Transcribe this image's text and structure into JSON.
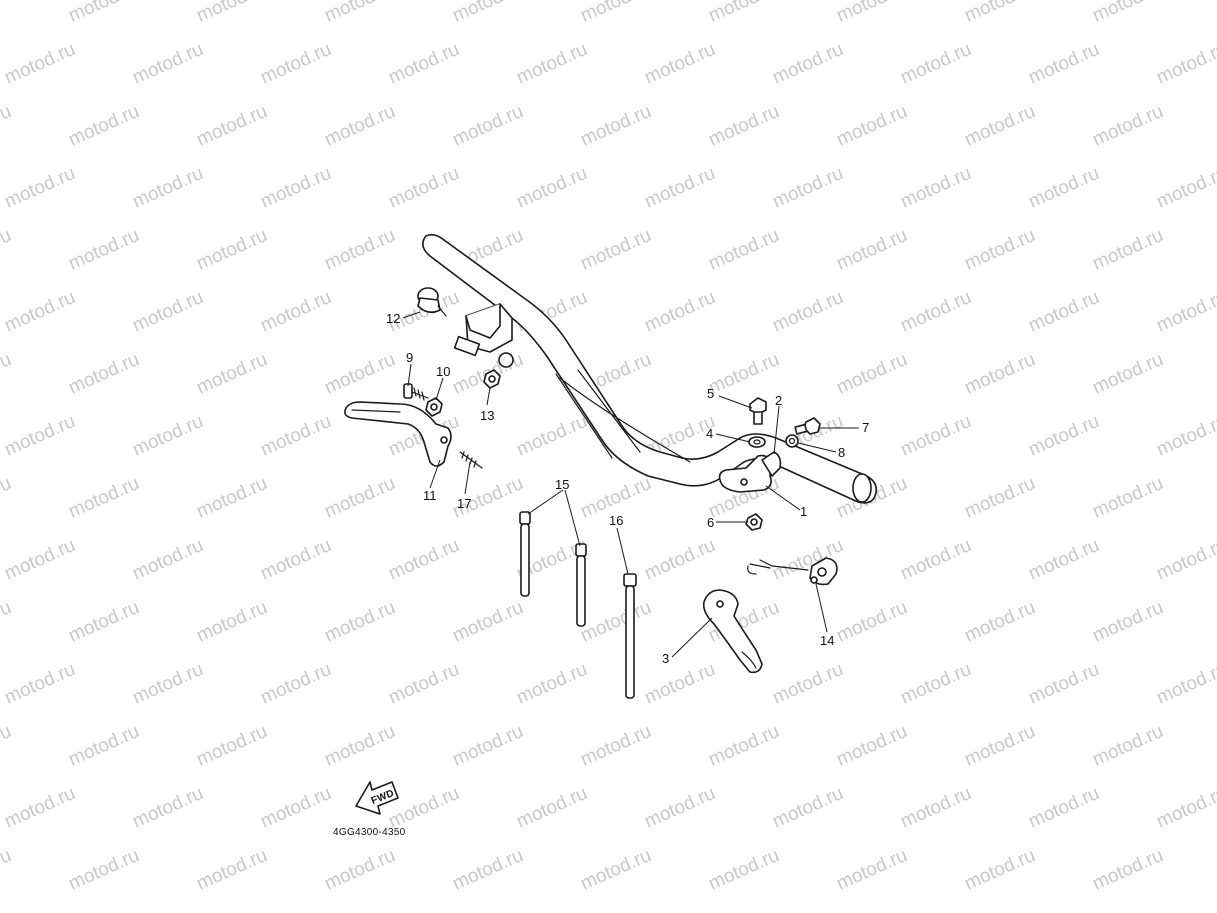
{
  "watermark": "motod.ru",
  "diagram_code": "4GG4300-4350",
  "fwd_label": "FWD",
  "callouts": [
    "1",
    "2",
    "3",
    "4",
    "5",
    "6",
    "7",
    "8",
    "9",
    "10",
    "11",
    "12",
    "13",
    "14",
    "15",
    "16",
    "17"
  ],
  "colors": {
    "line": "#1a1a1a",
    "background": "#ffffff",
    "watermark": "#c8c8c8"
  }
}
